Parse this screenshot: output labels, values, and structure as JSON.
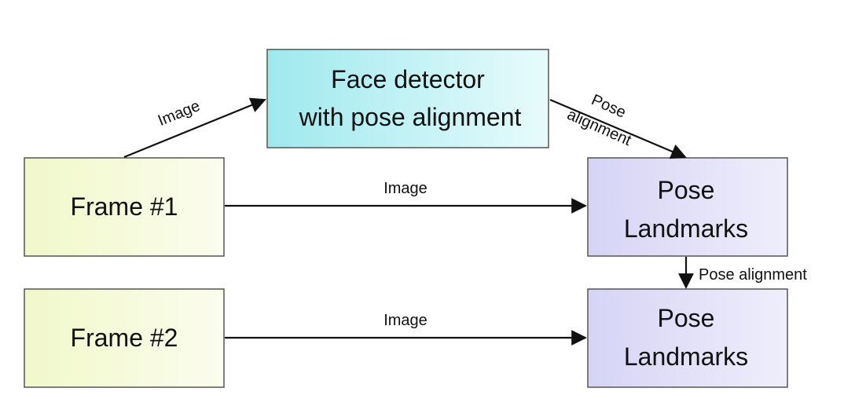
{
  "nodes": {
    "face_detector": {
      "line1": "Face detector",
      "line2": "with pose alignment",
      "fill_start": "#9ee9ee",
      "fill_end": "#e8fbfc"
    },
    "frame1": {
      "label": "Frame #1",
      "fill_start": "#f1f8c9",
      "fill_end": "#fbfdee"
    },
    "frame2": {
      "label": "Frame #2",
      "fill_start": "#f1f8c9",
      "fill_end": "#fbfdee"
    },
    "pose_landmarks_1": {
      "line1": "Pose",
      "line2": "Landmarks",
      "fill_start": "#d6d4f5",
      "fill_end": "#efeefb"
    },
    "pose_landmarks_2": {
      "line1": "Pose",
      "line2": "Landmarks",
      "fill_start": "#d6d4f5",
      "fill_end": "#efeefb"
    }
  },
  "edges": {
    "frame1_to_detector": {
      "label": "Image"
    },
    "detector_to_landmarks": {
      "line1": "Pose",
      "line2": "alignment"
    },
    "frame1_to_landmarks": {
      "label": "Image"
    },
    "landmarks1_to_landmarks2": {
      "label": "Pose alignment"
    },
    "frame2_to_landmarks": {
      "label": "Image"
    }
  },
  "colors": {
    "border": "#555555",
    "arrow": "#111111"
  }
}
